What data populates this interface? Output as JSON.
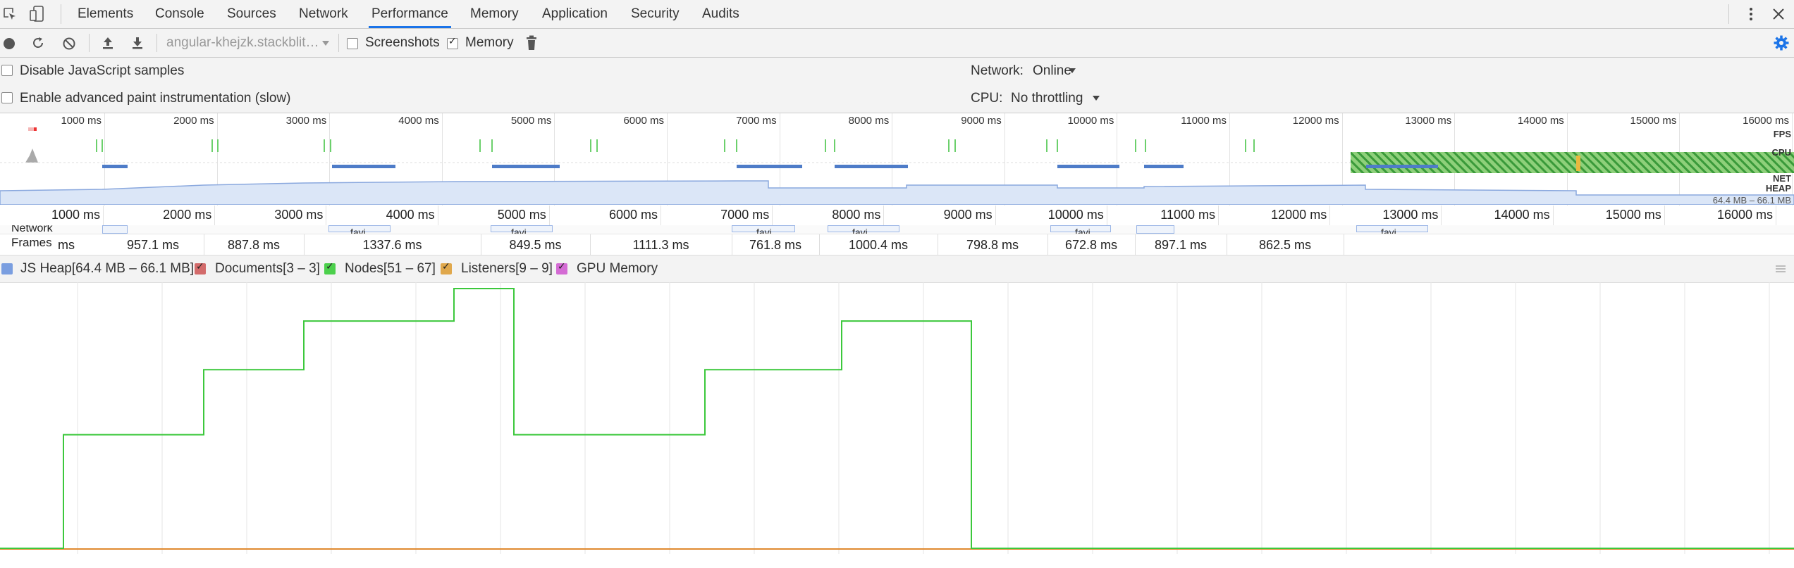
{
  "tabs": [
    {
      "label": "Elements"
    },
    {
      "label": "Console"
    },
    {
      "label": "Sources"
    },
    {
      "label": "Network"
    },
    {
      "label": "Performance"
    },
    {
      "label": "Memory"
    },
    {
      "label": "Application"
    },
    {
      "label": "Security"
    },
    {
      "label": "Audits"
    }
  ],
  "toolbar": {
    "url": "angular-khejzk.stackblit…",
    "screenshots_label": "Screenshots",
    "screenshots_checked": false,
    "memory_label": "Memory",
    "memory_checked": true
  },
  "settings": {
    "disable_js_samples": "Disable JavaScript samples",
    "advanced_paint": "Enable advanced paint instrumentation (slow)",
    "network_label": "Network:",
    "network_value": "Online",
    "cpu_label": "CPU:",
    "cpu_value": "No throttling"
  },
  "overview": {
    "ticks": [
      "1000 ms",
      "2000 ms",
      "3000 ms",
      "4000 ms",
      "5000 ms",
      "6000 ms",
      "7000 ms",
      "8000 ms",
      "9000 ms",
      "10000 ms",
      "11000 ms",
      "12000 ms",
      "13000 ms",
      "14000 ms",
      "15000 ms",
      "16000 ms"
    ],
    "fps_label": "FPS",
    "cpu_label": "CPU",
    "net_label": "NET",
    "heap_label": "HEAP",
    "heap_range": "64.4 MB – 66.1 MB"
  },
  "timeline": {
    "ticks": [
      "1000 ms",
      "2000 ms",
      "3000 ms",
      "4000 ms",
      "5000 ms",
      "6000 ms",
      "7000 ms",
      "8000 ms",
      "9000 ms",
      "10000 ms",
      "11000 ms",
      "12000 ms",
      "13000 ms",
      "14000 ms",
      "15000 ms",
      "16000 ms"
    ],
    "network_label": "Network",
    "favicon_label": "favi",
    "frames_label": "Frames",
    "frames_first": "ms",
    "frames": [
      "957.1 ms",
      "887.8 ms",
      "1337.6 ms",
      "849.5 ms",
      "1111.3 ms",
      "761.8 ms",
      "1000.4 ms",
      "798.8 ms",
      "672.8 ms",
      "897.1 ms",
      "862.5 ms"
    ]
  },
  "legend": {
    "items": [
      {
        "label": "JS Heap[64.4 MB – 66.1 MB]",
        "color": "#7a9ee0",
        "checked": false
      },
      {
        "label": "Documents[3 – 3]",
        "color": "#d36b6b",
        "checked": true
      },
      {
        "label": "Nodes[51 – 67]",
        "color": "#4cd04c",
        "checked": true
      },
      {
        "label": "Listeners[9 – 9]",
        "color": "#e0a84c",
        "checked": true
      },
      {
        "label": "GPU Memory",
        "color": "#d46bd4",
        "checked": true
      }
    ]
  },
  "chart_data": {
    "type": "line",
    "title": "",
    "series": [
      {
        "name": "Nodes",
        "color": "#3cc83c",
        "x": [
          0,
          90,
          90,
          289,
          289,
          431,
          431,
          644,
          644,
          729,
          729,
          1000,
          1000,
          1194,
          1194,
          1378,
          1378,
          2545
        ],
        "values": [
          51,
          51,
          58,
          58,
          62,
          62,
          65,
          65,
          67,
          67,
          58,
          58,
          62,
          62,
          65,
          65,
          51,
          51
        ]
      },
      {
        "name": "Listeners",
        "color": "#e08a30",
        "values": [
          9,
          9
        ]
      },
      {
        "name": "Documents",
        "color": "#d36b6b",
        "values": [
          3,
          3
        ]
      }
    ],
    "ylim": [
      51,
      67
    ]
  }
}
